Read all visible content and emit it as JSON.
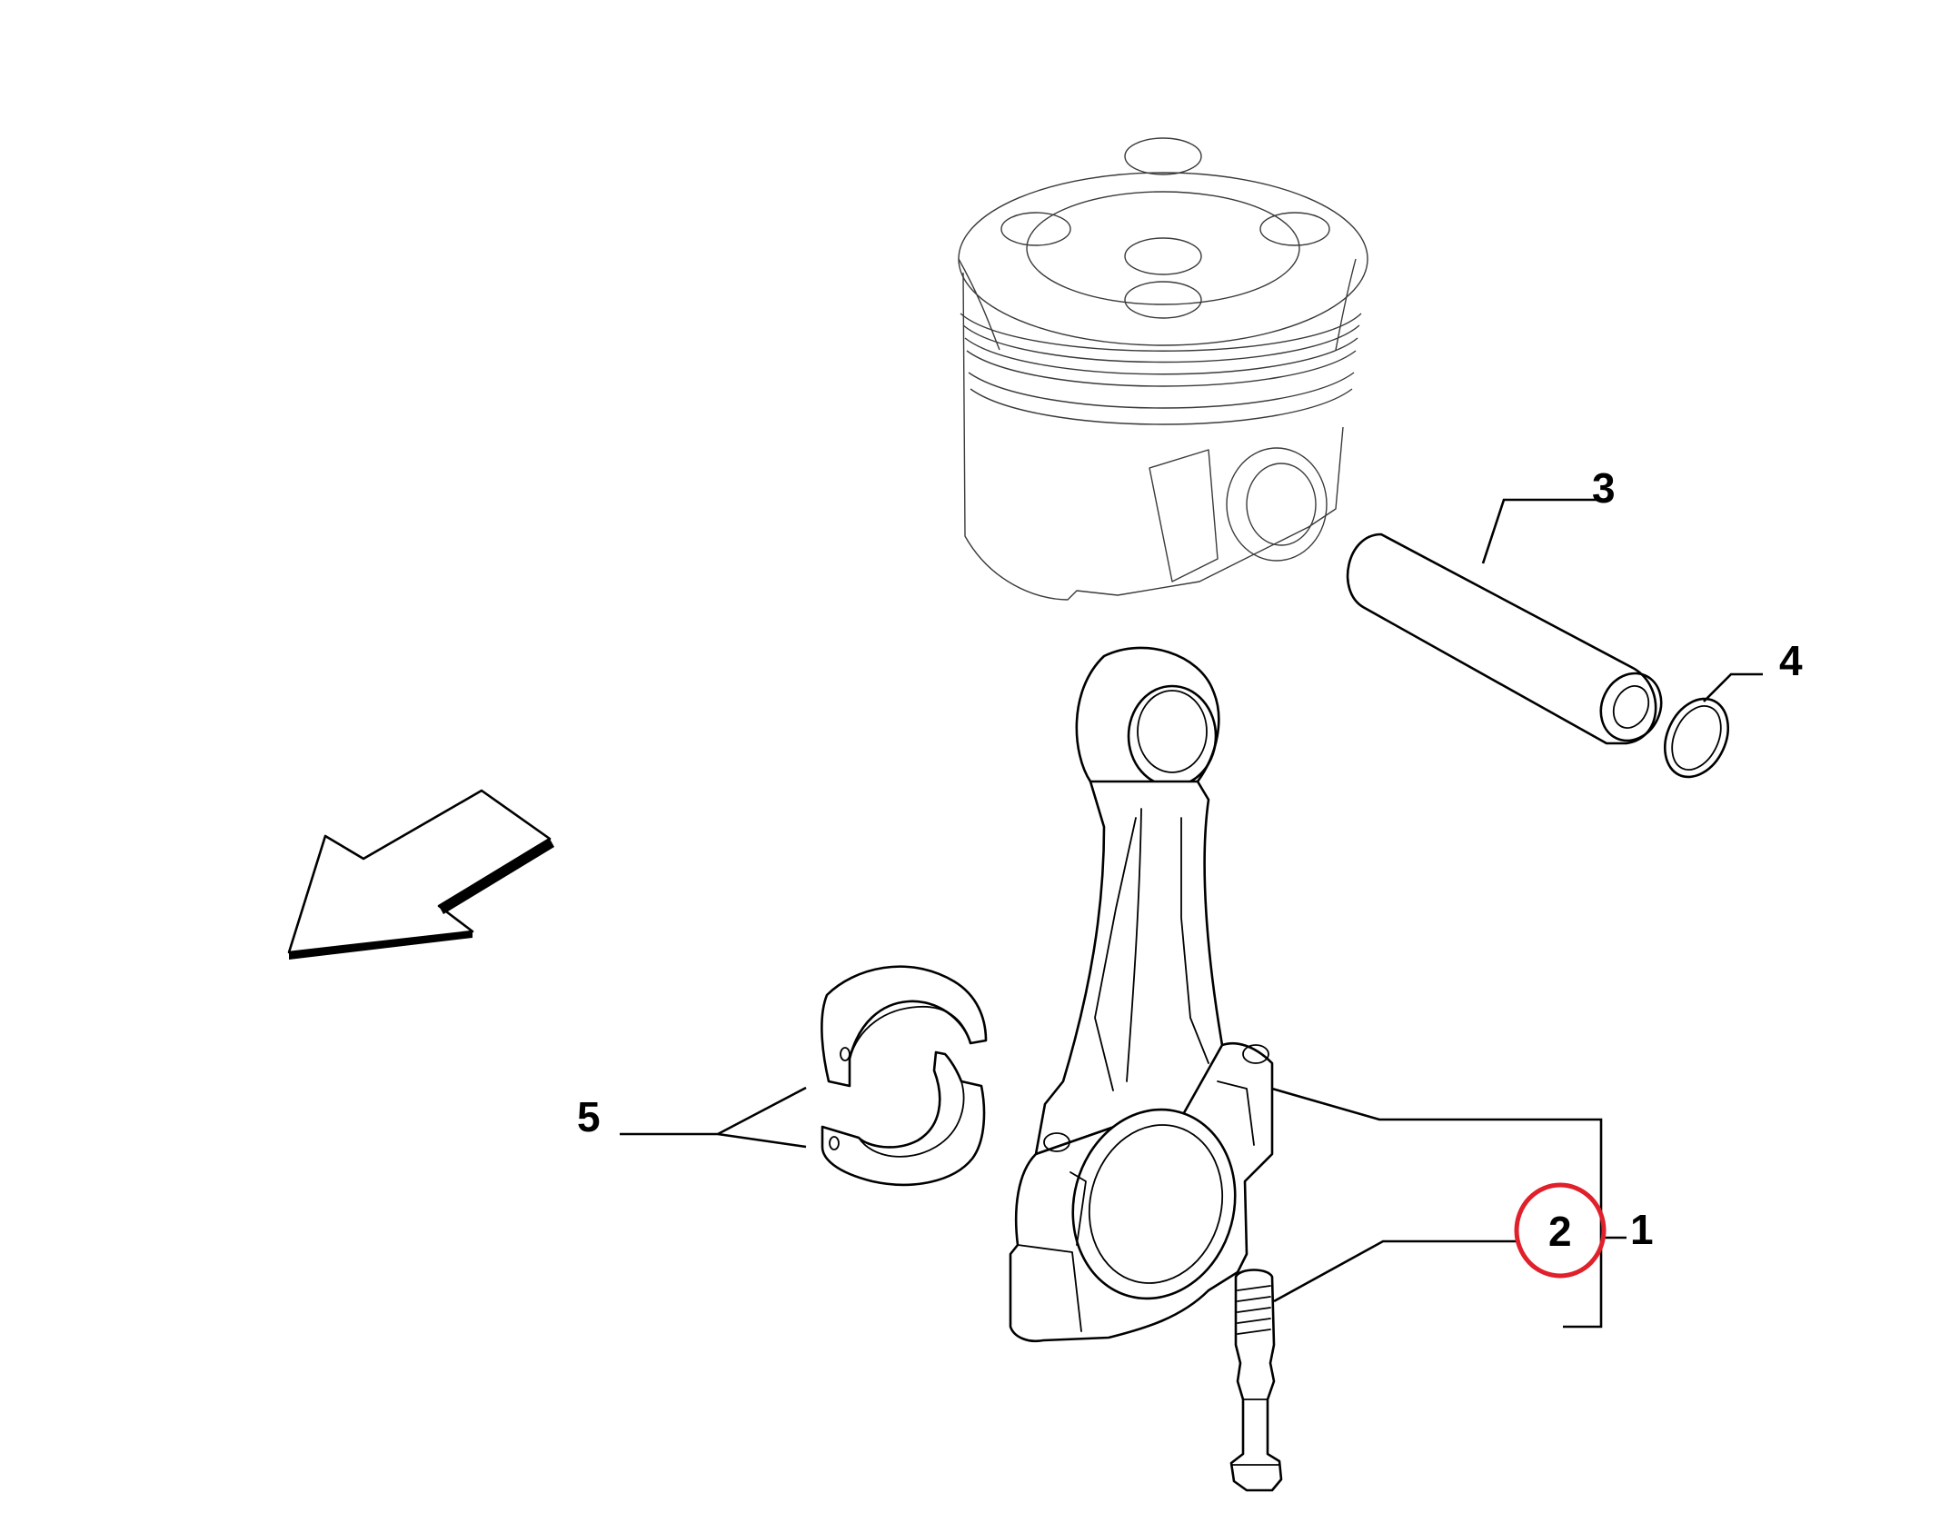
{
  "callouts": [
    {
      "id": "1",
      "label": "1"
    },
    {
      "id": "2",
      "label": "2",
      "highlighted": true
    },
    {
      "id": "3",
      "label": "3"
    },
    {
      "id": "4",
      "label": "4"
    },
    {
      "id": "5",
      "label": "5"
    }
  ],
  "colors": {
    "line": "#000000",
    "piston_line": "#3a3a3a",
    "highlight": "#e0202a",
    "background": "#ffffff"
  },
  "icons": {
    "direction_arrow": "arrow-down-left-icon"
  }
}
